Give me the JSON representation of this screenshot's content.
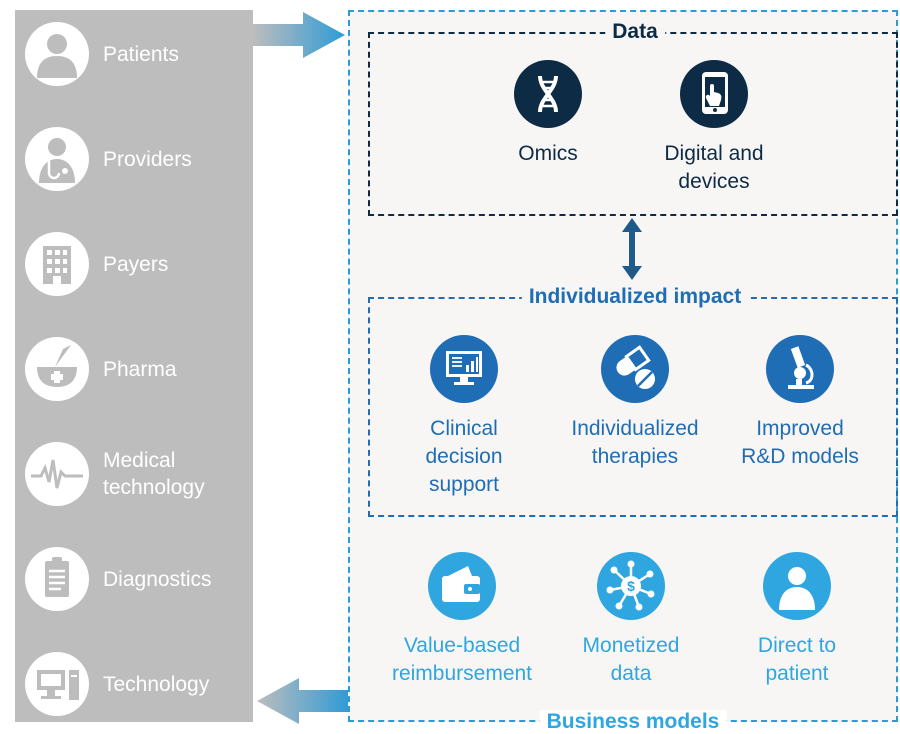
{
  "stakeholders": [
    {
      "label": "Patients",
      "icon": "patient-icon"
    },
    {
      "label": "Providers",
      "icon": "doctor-icon"
    },
    {
      "label": "Payers",
      "icon": "building-icon"
    },
    {
      "label": "Pharma",
      "icon": "mortar-pestle-icon"
    },
    {
      "label": "Medical\ntechnology",
      "icon": "heartbeat-icon"
    },
    {
      "label": "Diagnostics",
      "icon": "clipboard-icon"
    },
    {
      "label": "Technology",
      "icon": "computer-icon"
    }
  ],
  "data_section": {
    "title": "Data",
    "items": [
      {
        "label": "Omics",
        "icon": "dna-icon"
      },
      {
        "label": "Digital and\ndevices",
        "icon": "smartphone-icon"
      }
    ]
  },
  "impact_section": {
    "title": "Individualized impact",
    "items": [
      {
        "label": "Clinical\ndecision\nsupport",
        "icon": "monitor-chart-icon"
      },
      {
        "label": "Individualized\ntherapies",
        "icon": "pills-icon"
      },
      {
        "label": "Improved\nR&D models",
        "icon": "microscope-icon"
      }
    ]
  },
  "business_section": {
    "title": "Business models",
    "items": [
      {
        "label": "Value-based\nreimbursement",
        "icon": "wallet-icon"
      },
      {
        "label": "Monetized\ndata",
        "icon": "network-dollar-icon"
      },
      {
        "label": "Direct to\npatient",
        "icon": "person-icon"
      }
    ]
  },
  "colors": {
    "sidebar_bg": "#bdbdbd",
    "dark_navy": "#0d2b45",
    "medium_blue": "#1f6db5",
    "light_blue": "#2fa6e0",
    "accent_dashes": "#2f9bd6"
  }
}
